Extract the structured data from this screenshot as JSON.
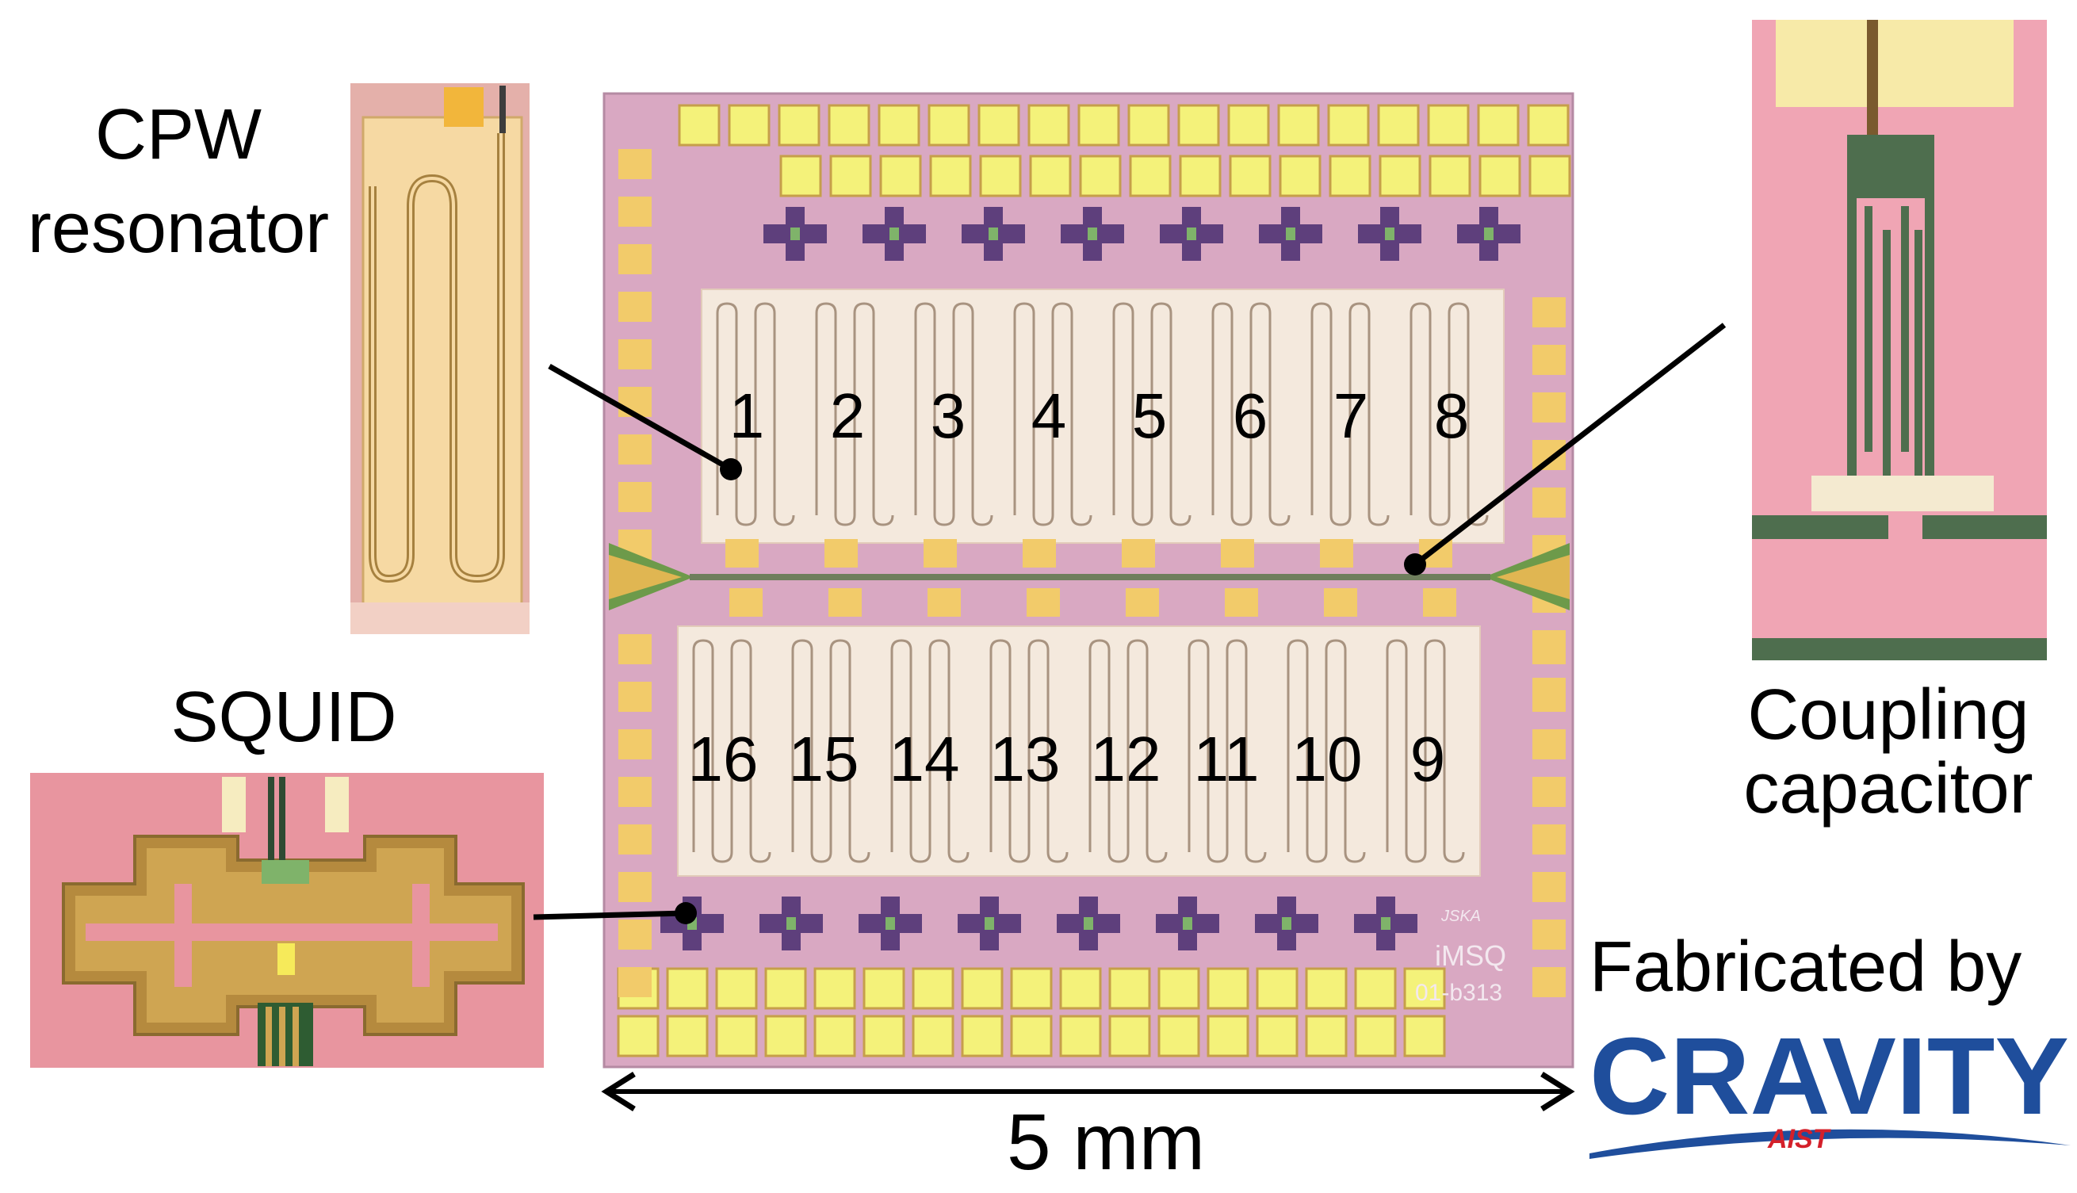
{
  "labels": {
    "cpw_resonator": [
      "CPW",
      "resonator"
    ],
    "squid": "SQUID",
    "coupling_capacitor": [
      "Coupling",
      "capacitor"
    ],
    "fabricated_by": "Fabricated by",
    "scale": "5 mm"
  },
  "resonators": {
    "top_row": [
      "1",
      "2",
      "3",
      "4",
      "5",
      "6",
      "7",
      "8"
    ],
    "bottom_row": [
      "16",
      "15",
      "14",
      "13",
      "12",
      "11",
      "10",
      "9"
    ]
  },
  "chip_marking": [
    "JSKA",
    "iMSQ",
    "01-b313"
  ],
  "logo": {
    "name": "CRAVITY",
    "sub": "AIST",
    "color": "#1f4e9c",
    "sub_color": "#d4202a"
  },
  "colors": {
    "substrate": "#d9a8c2",
    "gold": "#f2cb6a",
    "pad_fill": "#f4f27a",
    "pad_border": "#c69f4a",
    "resonator_region": "#f4e9dd",
    "squid": "#5e3f7c",
    "photo_pink": "#e8959f"
  }
}
